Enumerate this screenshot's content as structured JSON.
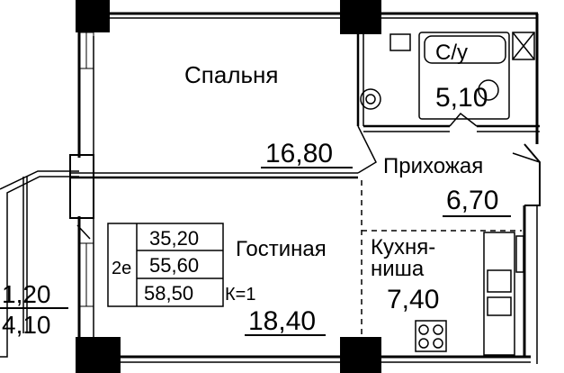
{
  "rooms": {
    "bedroom": {
      "name": "Спальня",
      "area": "16,80"
    },
    "bathroom": {
      "name": "С/у",
      "area": "5,10"
    },
    "hallway": {
      "name": "Прихожая",
      "area": "6,70"
    },
    "living": {
      "name": "Гостиная",
      "area": "18,40"
    },
    "kitchen": {
      "name_line1": "Кухня-",
      "name_line2": "ниша",
      "area": "7,40"
    },
    "balcony": {
      "area_reduced": "1,20",
      "area_full": "4,10"
    }
  },
  "summary": {
    "rooms_code": "2е",
    "living_area": "35,20",
    "total_area": "55,60",
    "total_with_balcony": "58,50",
    "coefficient": "К=1"
  }
}
